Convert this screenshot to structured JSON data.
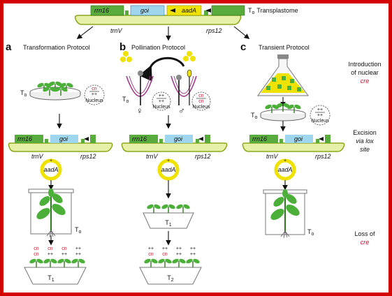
{
  "transplastome": {
    "rrn16": "rrn16",
    "goi": "goi",
    "aadA": "aadA",
    "trnV": "trnV",
    "rps12": "rps12",
    "title_prefix": "T",
    "title_sub": "o",
    "title_suffix": "Transplastome"
  },
  "panels": {
    "a": {
      "letter": "a",
      "title": "Transformation Protocol"
    },
    "b": {
      "letter": "b",
      "title": "Pollination Protocol"
    },
    "c": {
      "letter": "c",
      "title": "Transient Protocol"
    }
  },
  "steps": {
    "intro_line1": "Introduction",
    "intro_line2": "of nuclear",
    "intro_line3": "cre",
    "excision_line1": "Excision",
    "excision_line2": "via lox",
    "excision_line3": "site",
    "loss_line1": "Loss of",
    "loss_line2": "cre"
  },
  "labels": {
    "T": "T",
    "sub0": "o",
    "sub1": "1",
    "sub2": "2"
  },
  "nucleus_geno": {
    "top": "cn",
    "bottom": "++",
    "label": "Nucleus"
  },
  "genotypes": {
    "cn": "cn",
    "plus": "++"
  },
  "symbols": {
    "female": "♀",
    "male": "♂"
  },
  "colors": {
    "frame": "#d40000",
    "gene_green": "#5aab3e",
    "goi_blue": "#9fd6ee",
    "aadA_yellow": "#f0e200",
    "plastome_fill": "#e8f0a8",
    "cre_red": "#c8102e"
  }
}
